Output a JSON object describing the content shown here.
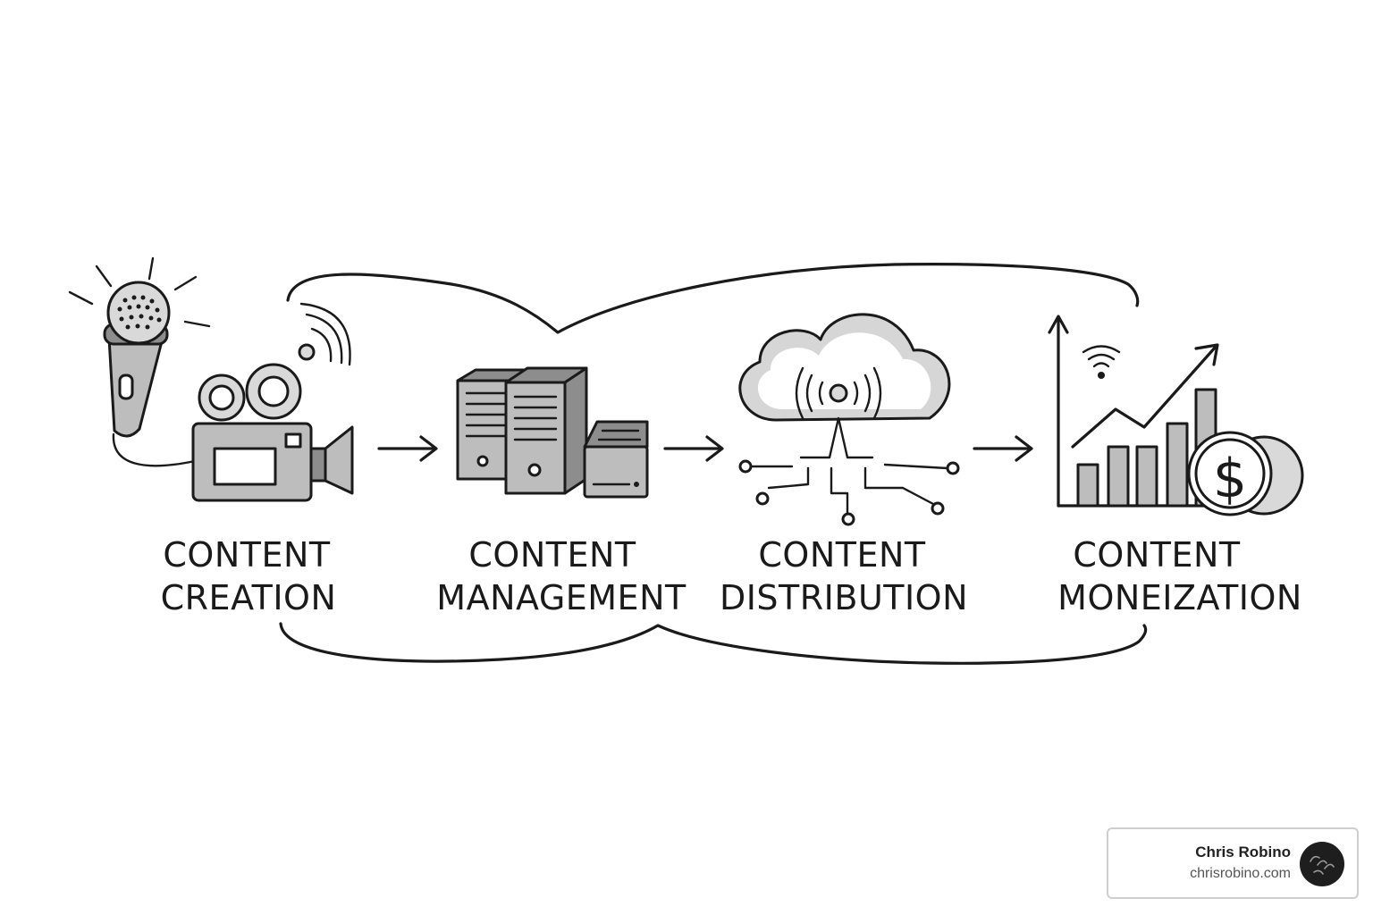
{
  "steps": [
    {
      "line1": "CONTENT",
      "line2": "CREATION",
      "icon": "microphone-camera-icon"
    },
    {
      "line1": "CONTENT",
      "line2": "MANAGEMENT",
      "icon": "server-icon"
    },
    {
      "line1": "CONTENT",
      "line2": "DISTRIBUTION",
      "icon": "cloud-network-icon"
    },
    {
      "line1": "CONTENT",
      "line2": "MONEIZATION",
      "icon": "growth-chart-coins-icon"
    }
  ],
  "author": {
    "name": "Chris Robino",
    "website": "chrisrobino.com",
    "avatar_icon": "avatar-logo-icon"
  }
}
